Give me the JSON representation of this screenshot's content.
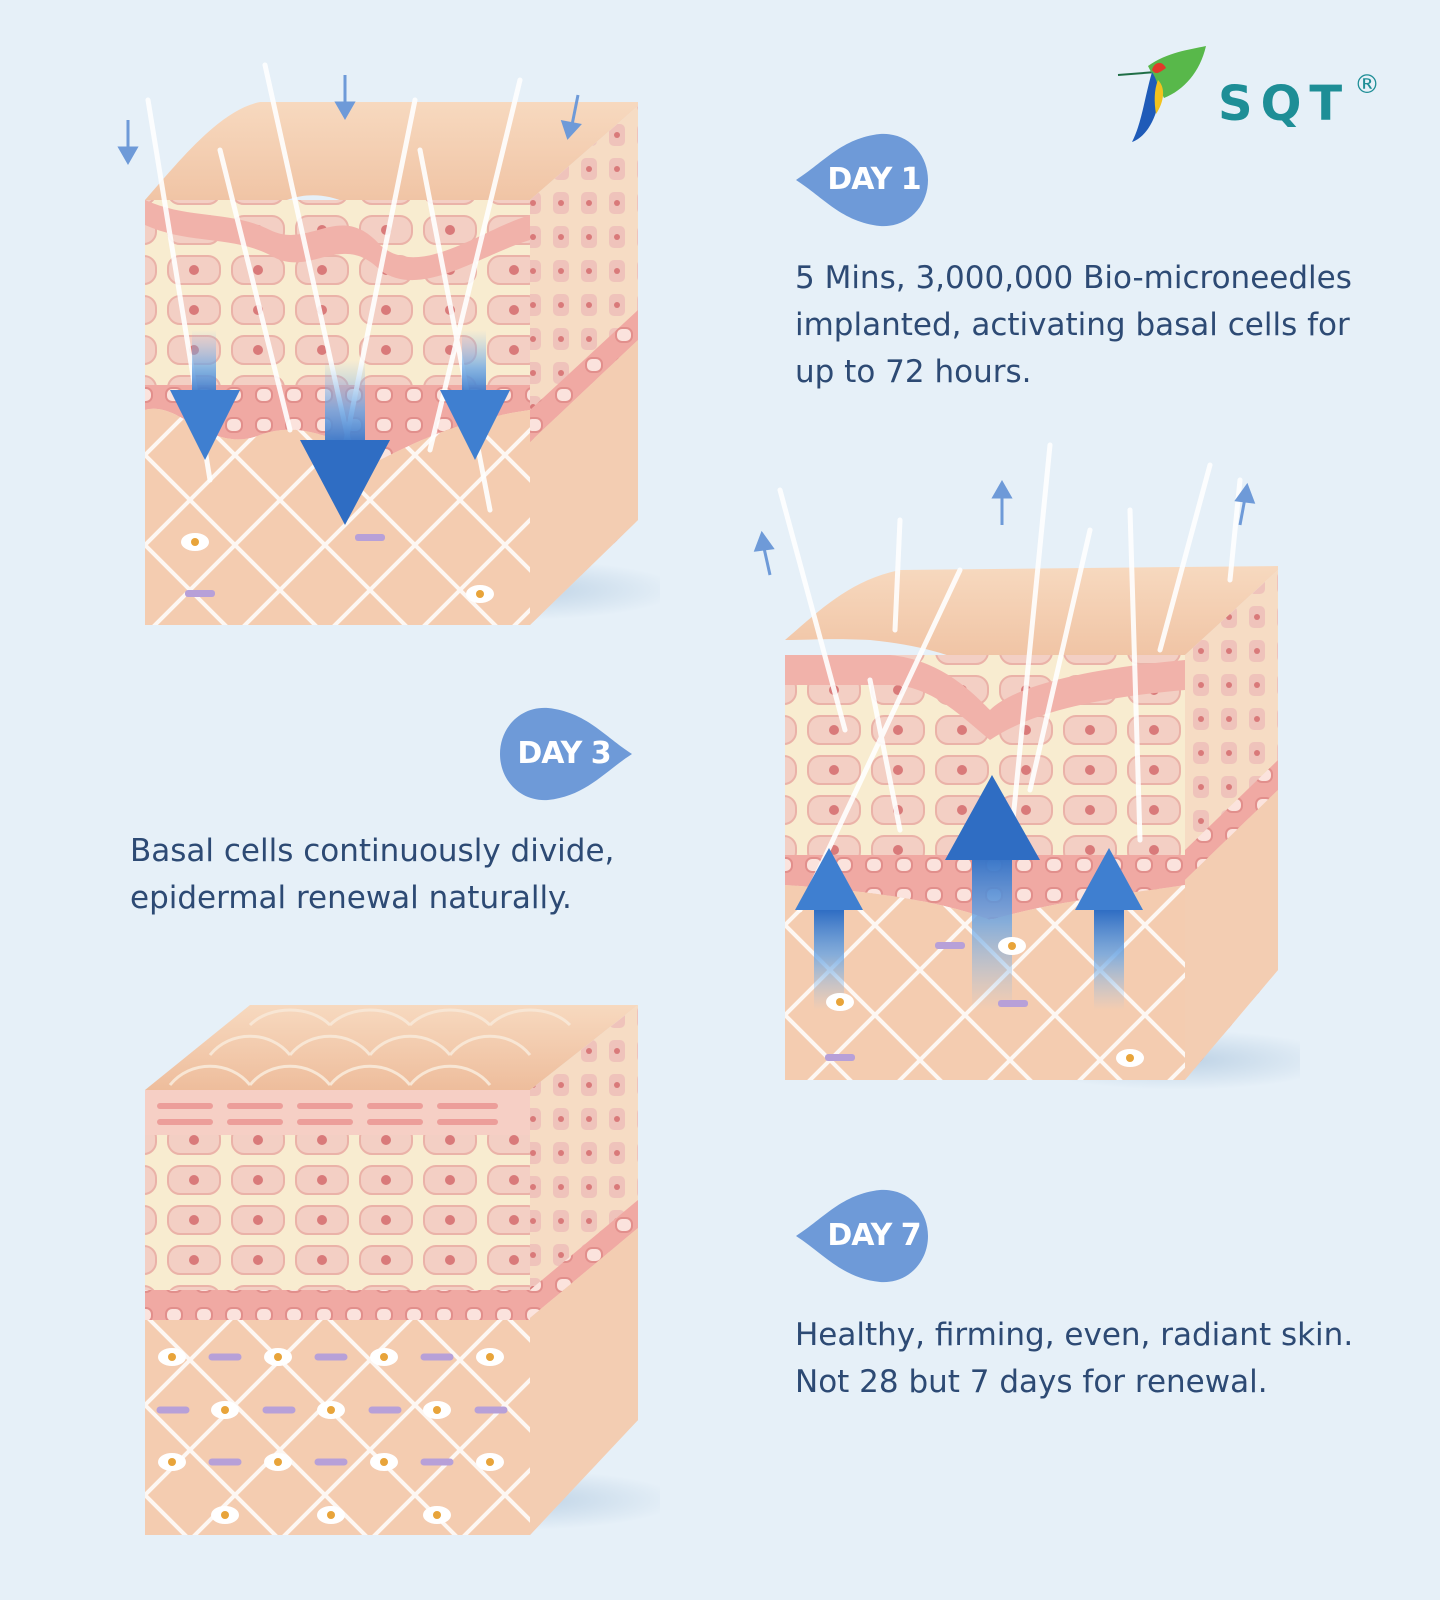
{
  "brand": {
    "name": "SQT",
    "reg_mark": "®"
  },
  "steps": [
    {
      "badge": "DAY 1",
      "lines": [
        "5 Mins, 3,000,000 Bio-microneedles",
        "implanted, activating basal cells for",
        "up to 72 hours."
      ]
    },
    {
      "badge": "DAY 3",
      "lines": [
        "Basal cells continuously divide,",
        "epidermal renewal naturally."
      ]
    },
    {
      "badge": "DAY 7",
      "lines": [
        "Healthy, firming, even, radiant skin.",
        "Not 28 but 7 days for renewal."
      ]
    }
  ],
  "colors": {
    "background": "#e6f0f8",
    "badge": "#6e9ad8",
    "text": "#2d4a74",
    "brand": "#1e8e96",
    "skin_top": "#f2c9a8",
    "skin_layer": "#f3b3ad",
    "cell_fill": "#f7e6c8",
    "arrow_blue": "#3f7fd0"
  },
  "icons": [
    "hummingbird-logo-icon",
    "down-arrow-icon",
    "up-arrow-icon",
    "microneedle-icon"
  ]
}
